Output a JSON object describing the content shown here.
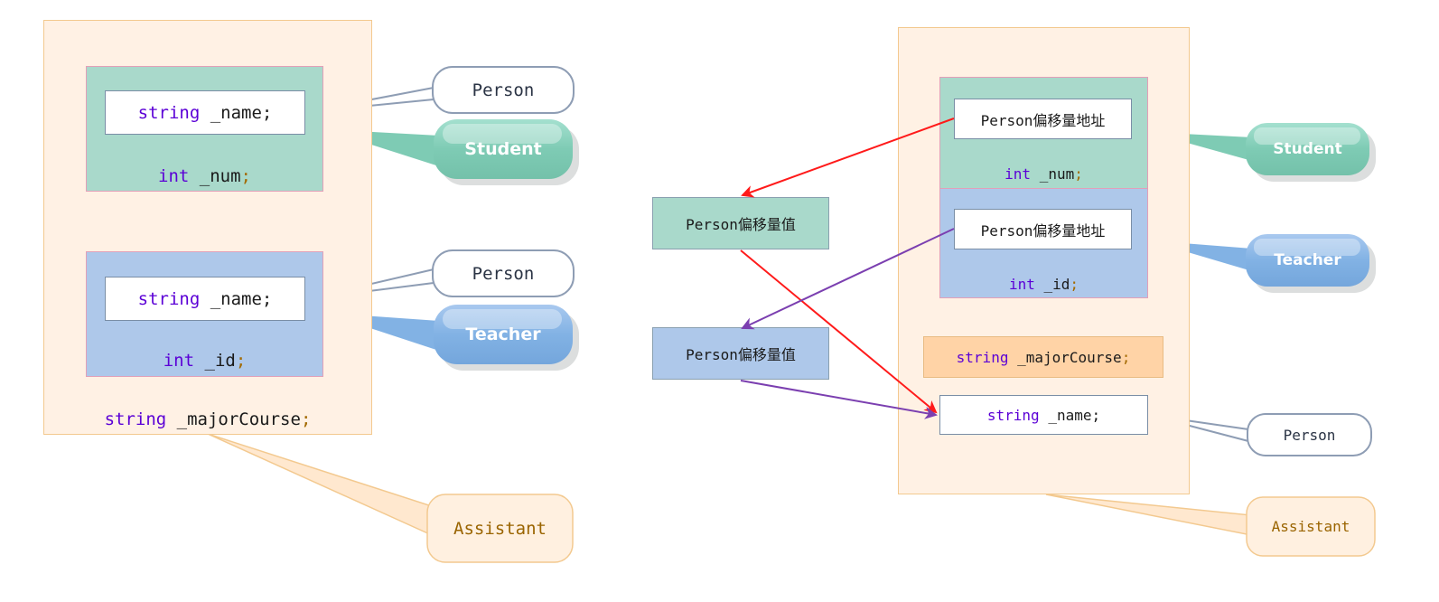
{
  "code": {
    "kw_string": "string",
    "kw_int": "int",
    "name": "_name",
    "num": "_num",
    "id": "_id",
    "major_course": "_majorCourse",
    "semicolon": ";"
  },
  "labels": {
    "person": "Person",
    "student": "Student",
    "teacher": "Teacher",
    "assistant": "Assistant",
    "offset_address": "Person偏移量地址",
    "offset_value": "Person偏移量值"
  },
  "colors": {
    "student_fill": "#a9d9cb",
    "teacher_fill": "#aec8ea",
    "assistant_fill": "#fff1e4",
    "major_course_fill": "#ffd3a6",
    "red_arrow": "#ff1a1a",
    "purple_arrow": "#7b3fb0"
  }
}
